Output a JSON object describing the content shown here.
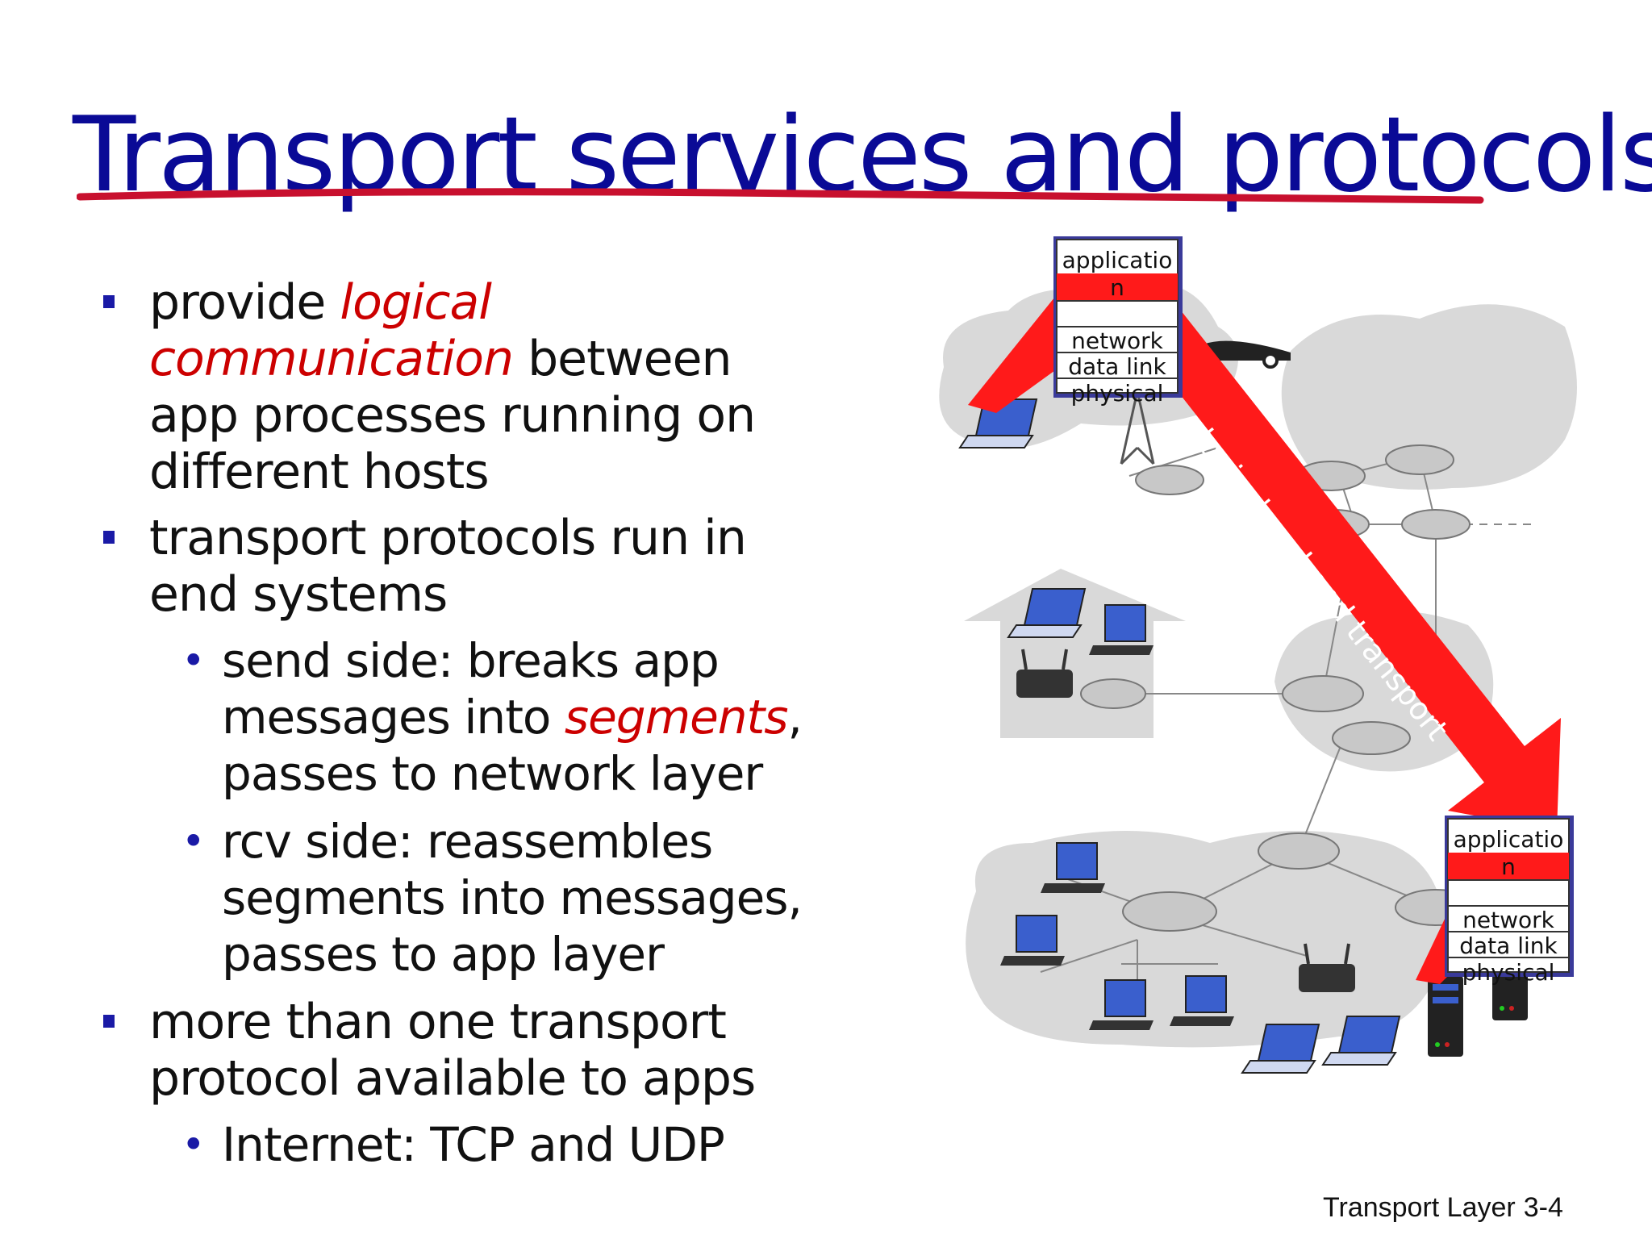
{
  "slide": {
    "title": "Transport services and protocols",
    "bullets": [
      {
        "parts": [
          {
            "text": "provide ",
            "hl": false
          },
          {
            "text": "logical communication",
            "hl": true
          },
          {
            "text": " between app processes running on different hosts",
            "hl": false
          }
        ]
      },
      {
        "parts": [
          {
            "text": "transport protocols run in end systems",
            "hl": false
          }
        ]
      }
    ],
    "sub_bullets_1": [
      {
        "parts": [
          {
            "text": "send side: breaks app messages into ",
            "hl": false
          },
          {
            "text": "segments",
            "hl": true
          },
          {
            "text": ", passes to  network layer",
            "hl": false
          }
        ]
      },
      {
        "parts": [
          {
            "text": "rcv side: reassembles segments into messages, passes to app layer",
            "hl": false
          }
        ]
      }
    ],
    "bullet_3": "more than one transport protocol available to apps",
    "sub_bullet_3": "Internet: TCP and UDP",
    "footer_text": "Transport Layer",
    "page_number": "3-4"
  },
  "diagram": {
    "arrow_label": "logical end-end transport",
    "top_stack": {
      "layers": [
        "applicatio",
        "n",
        "",
        "network",
        "data link",
        "physical"
      ]
    },
    "bottom_stack": {
      "layers": [
        "applicatio",
        "n",
        "",
        "network",
        "data link",
        "physical"
      ]
    },
    "colors": {
      "arrow": "#ff1a1a",
      "title": "#0a0a96",
      "highlight": "#c00000",
      "cloud": "#d9d9d9"
    }
  }
}
